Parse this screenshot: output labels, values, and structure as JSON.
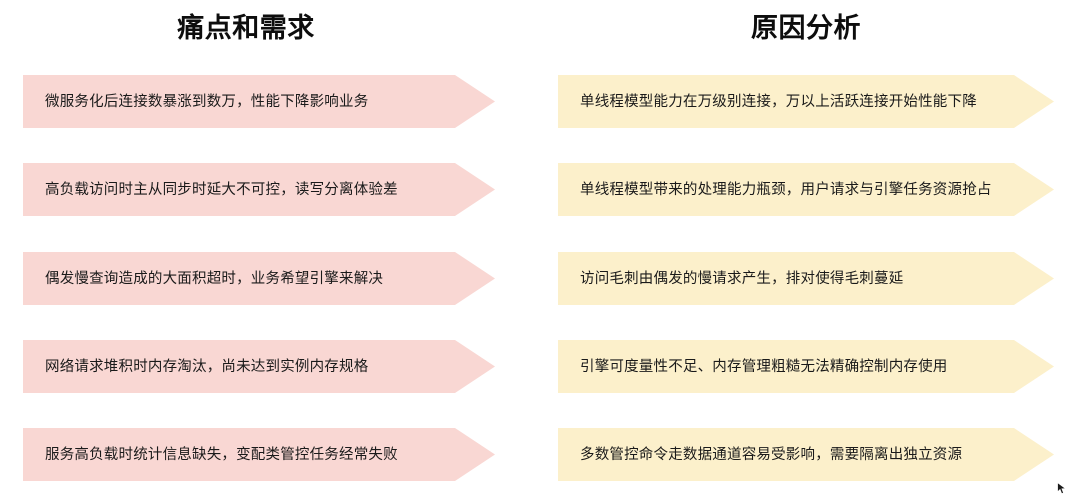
{
  "slide": {
    "background_color": "#ffffff",
    "columns": [
      {
        "id": "pain-points",
        "title": "痛点和需求",
        "accent_color": "#f9d7d3",
        "items": [
          "微服务化后连接数暴涨到数万，性能下降影响业务",
          "高负载访问时主从同步时延大不可控，读写分离体验差",
          "偶发慢查询造成的大面积超时，业务希望引擎来解决",
          "网络请求堆积时内存淘汰，尚未达到实例内存规格",
          "服务高负载时统计信息缺失，变配类管控任务经常失败"
        ]
      },
      {
        "id": "cause-analysis",
        "title": "原因分析",
        "accent_color": "#fcf0cb",
        "items": [
          "单线程模型能力在万级别连接，万以上活跃连接开始性能下降",
          "单线程模型带来的处理能力瓶颈，用户请求与引擎任务资源抢占",
          "访问毛刺由偶发的慢请求产生，排对使得毛刺蔓延",
          "引擎可度量性不足、内存管理粗糙无法精确控制内存使用",
          "多数管控命令走数据通道容易受影响，需要隔离出独立资源"
        ]
      }
    ]
  }
}
